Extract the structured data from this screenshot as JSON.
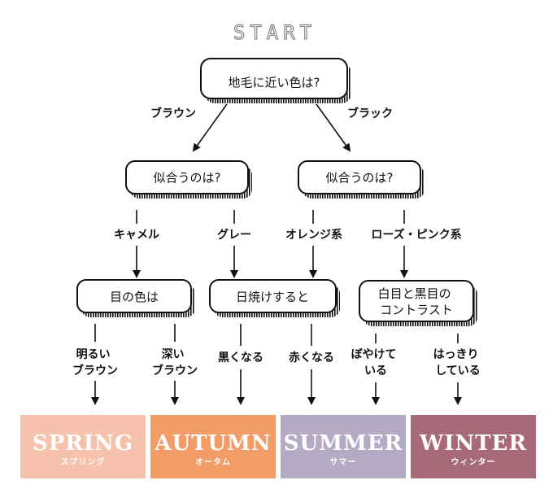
{
  "start": "START",
  "colors": {
    "spring": "#f7c2ad",
    "autumn": "#f29c68",
    "summer": "#b3aac3",
    "winter": "#a86a79",
    "line": "#111111"
  },
  "nodes": {
    "q1": "地毛に近い色は?",
    "q2_left": "似合うのは?",
    "q2_right": "似合うのは?",
    "q3_eye": [
      "目の色は"
    ],
    "q3_sun": [
      "日焼けすると"
    ],
    "q3_contrast": [
      "白目と黒目の",
      "コントラスト"
    ]
  },
  "edges": {
    "brown": [
      "ブラウン"
    ],
    "black": [
      "ブラック"
    ],
    "camel": [
      "キャメル"
    ],
    "gray": [
      "グレー"
    ],
    "orange": [
      "オレンジ系"
    ],
    "rosepink": [
      "ローズ・ピンク系"
    ],
    "light_brown": [
      "明るい",
      "ブラウン"
    ],
    "deep_brown": [
      "深い",
      "ブラウン"
    ],
    "dark": [
      "黒くなる"
    ],
    "red": [
      "赤くなる"
    ],
    "blurry": [
      "ぼやけて",
      "いる"
    ],
    "clear": [
      "はっきり",
      "している"
    ]
  },
  "results": [
    {
      "key": "spring",
      "title": "SPRING",
      "subtitle": "スプリング",
      "color": "#f7c2ad"
    },
    {
      "key": "autumn",
      "title": "AUTUMN",
      "subtitle": "オータム",
      "color": "#f29c68"
    },
    {
      "key": "summer",
      "title": "SUMMER",
      "subtitle": "サマー",
      "color": "#b3aac3"
    },
    {
      "key": "winter",
      "title": "WINTER",
      "subtitle": "ウィンター",
      "color": "#a86a79"
    }
  ]
}
